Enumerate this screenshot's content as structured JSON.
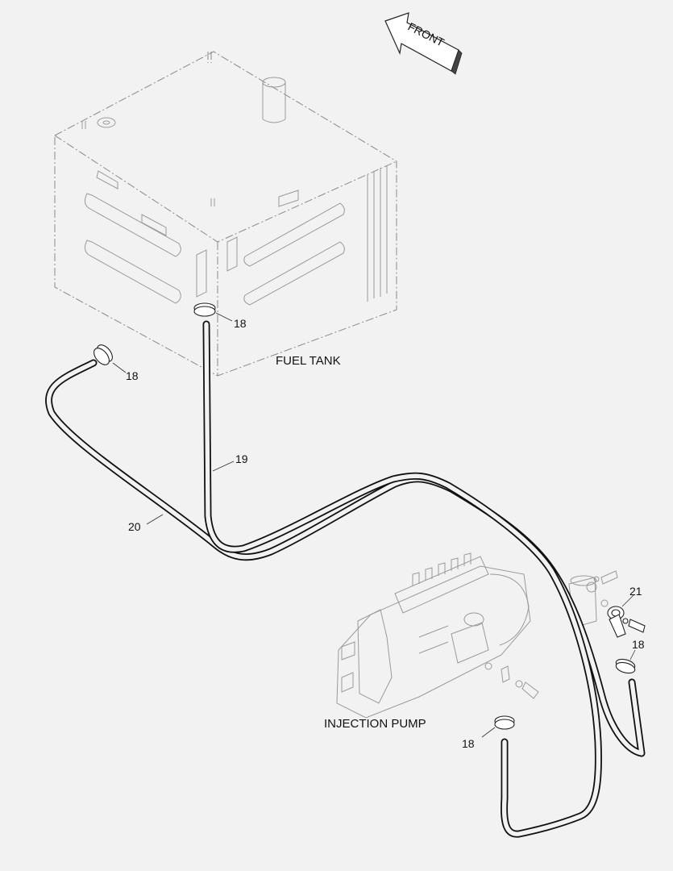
{
  "labels": {
    "front": "FRONT",
    "fuel_tank": "FUEL TANK",
    "injection_pump": "INJECTION PUMP"
  },
  "callouts": {
    "clamp_tank_right": "18",
    "clamp_tank_left": "18",
    "hose_19": "19",
    "hose_20": "20",
    "fitting_21": "21",
    "clamp_filter": "18",
    "clamp_pump": "18"
  }
}
